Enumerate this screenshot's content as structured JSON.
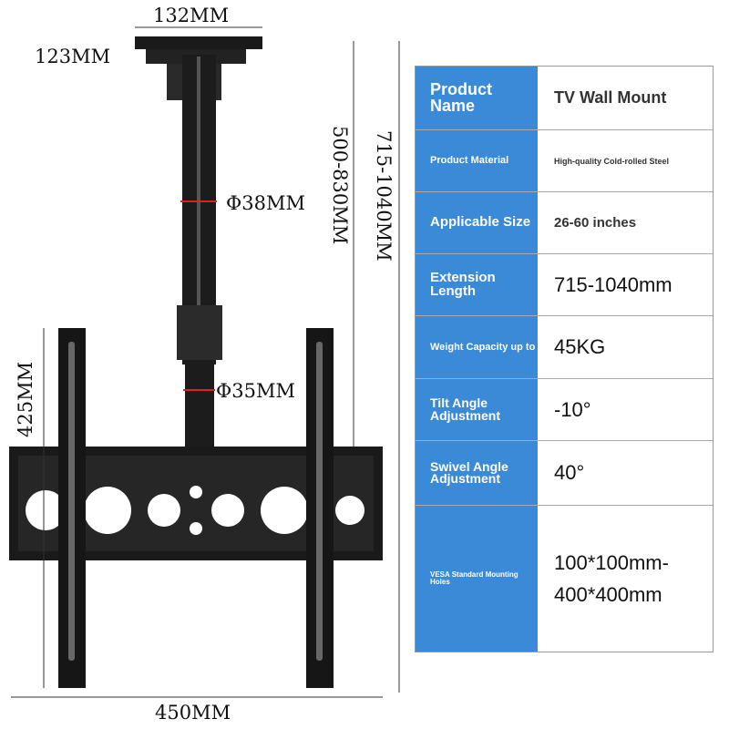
{
  "dimensions": {
    "top_plate_width": "132MM",
    "top_plate_depth": "123MM",
    "upper_tube_diameter": "Φ38MM",
    "lower_tube_diameter": "Φ35MM",
    "pole_length": "500-830MM",
    "total_length": "715-1040MM",
    "bracket_height": "425MM",
    "bracket_width": "450MM"
  },
  "spec_table": [
    {
      "label": "Product Name",
      "value": "TV Wall Mount"
    },
    {
      "label": "Product Material",
      "value": "High-quality Cold-rolled Steel"
    },
    {
      "label": "Applicable Size",
      "value": "26-60 inches"
    },
    {
      "label": "Extension Length",
      "value": "715-1040mm"
    },
    {
      "label": "Weight Capacity up to",
      "value": "45KG"
    },
    {
      "label": "Tilt Angle Adjustment",
      "value": "-10°"
    },
    {
      "label": "Swivel Angle Adjustment",
      "value": "40°"
    },
    {
      "label": "VESA Standard Mounting Holes",
      "value": "100*100mm-400*400mm"
    }
  ],
  "colors": {
    "label_bg": "#3b8ad8",
    "measure_red": "#e02020"
  }
}
